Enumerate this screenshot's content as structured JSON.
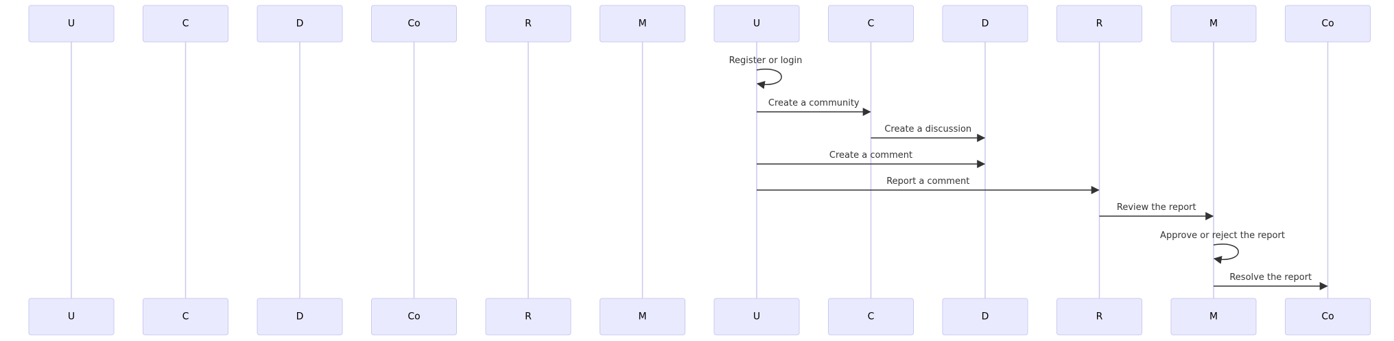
{
  "diagram": {
    "type": "sequence",
    "participants": [
      "U",
      "C",
      "D",
      "Co",
      "R",
      "M",
      "U",
      "C",
      "D",
      "R",
      "M",
      "Co"
    ],
    "messages": [
      {
        "from": 6,
        "to": 6,
        "label": "Register or login"
      },
      {
        "from": 6,
        "to": 7,
        "label": "Create a community"
      },
      {
        "from": 7,
        "to": 8,
        "label": "Create a discussion"
      },
      {
        "from": 6,
        "to": 8,
        "label": "Create a comment"
      },
      {
        "from": 6,
        "to": 9,
        "label": "Report a comment"
      },
      {
        "from": 9,
        "to": 10,
        "label": "Review the report"
      },
      {
        "from": 10,
        "to": 10,
        "label": "Approve or reject the report"
      },
      {
        "from": 10,
        "to": 11,
        "label": "Resolve the report"
      }
    ],
    "colors": {
      "actor_fill": "#eaeaff",
      "actor_stroke": "#c9c9f0",
      "lifeline": "#c9c9f0",
      "message": "#333333"
    }
  }
}
